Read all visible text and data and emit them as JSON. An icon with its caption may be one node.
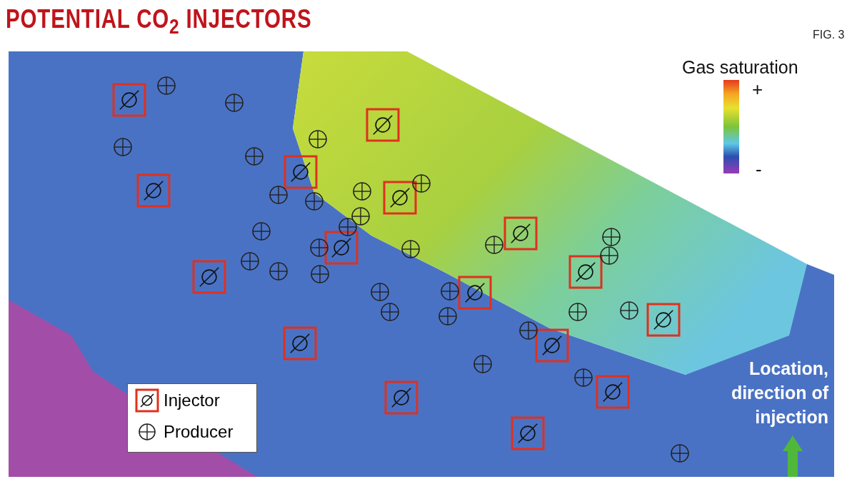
{
  "diagram": {
    "title": "POTENTIAL CO$_{2}$ INJECTORS",
    "labels": [
      "FIG. 3",
      "Gas saturation",
      "+",
      "-",
      "Location, direction of injection"
    ],
    "legend": [
      {
        "text": "Injector"
      },
      {
        "text": "Producer"
      }
    ]
  }
}
